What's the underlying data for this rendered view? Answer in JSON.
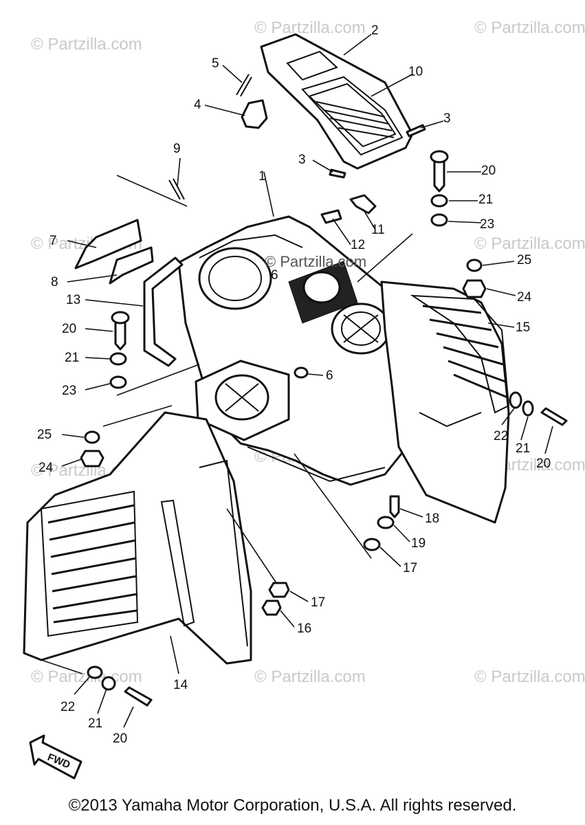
{
  "watermark": "© Partzilla.com",
  "watermark_center": "© Partzilla.com",
  "copyright": "©2013 Yamaha Motor Corporation, U.S.A. All rights reserved.",
  "fwd_label": "FWD",
  "callouts": [
    "1",
    "2",
    "3",
    "3",
    "4",
    "5",
    "6",
    "6",
    "7",
    "8",
    "9",
    "10",
    "11",
    "12",
    "13",
    "14",
    "15",
    "16",
    "17",
    "17",
    "18",
    "19",
    "20",
    "20",
    "20",
    "20",
    "21",
    "21",
    "21",
    "21",
    "22",
    "22",
    "23",
    "23",
    "24",
    "24",
    "25",
    "25"
  ]
}
